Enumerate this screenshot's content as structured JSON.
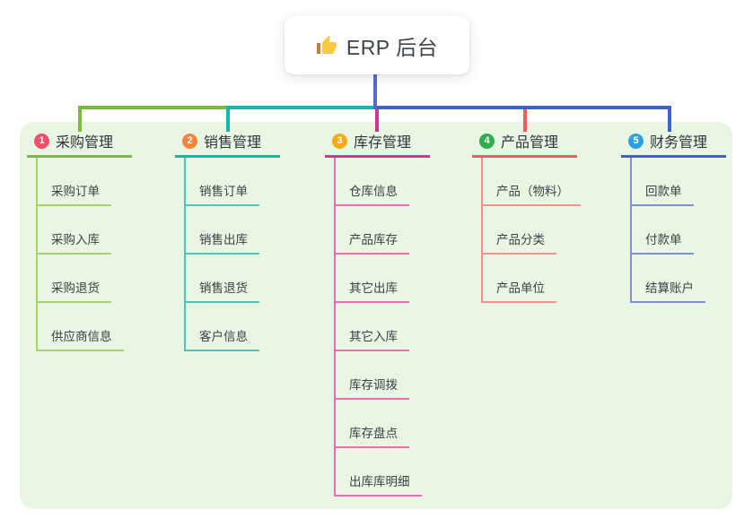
{
  "root": {
    "icon": "thumbs-up",
    "title": "ERP 后台"
  },
  "colors": {
    "canvas_bg": "#ffffff",
    "panel_bg": "#e9f6e3",
    "root_card_bg": "#ffffff",
    "root_stem": "#5868cd",
    "title_text": "#3d434b",
    "header_text": "#2f343c",
    "child_text": "#3c4146",
    "thumb_hand": "#fcc93c",
    "thumb_cuff": "#c77f2e"
  },
  "branches": [
    {
      "number": "1",
      "label": "采购管理",
      "badge_color": "#f0506e",
      "line_color": "#7cb93f",
      "child_line_color": "#a6d271",
      "children": [
        "采购订单",
        "采购入库",
        "采购退货",
        "供应商信息"
      ]
    },
    {
      "number": "2",
      "label": "销售管理",
      "badge_color": "#f8843c",
      "line_color": "#14b5ab",
      "child_line_color": "#52c4ba",
      "children": [
        "销售订单",
        "销售出库",
        "销售退货",
        "客户信息"
      ]
    },
    {
      "number": "3",
      "label": "库存管理",
      "badge_color": "#fba919",
      "line_color": "#d53394",
      "child_line_color": "#ef6ab0",
      "children": [
        "仓库信息",
        "产品库存",
        "其它出库",
        "其它入库",
        "库存调拨",
        "库存盘点",
        "出库库明细"
      ]
    },
    {
      "number": "4",
      "label": "产品管理",
      "badge_color": "#2fad4e",
      "line_color": "#f25b5b",
      "child_line_color": "#f5908d",
      "children": [
        "产品（物料）",
        "产品分类",
        "产品单位"
      ]
    },
    {
      "number": "5",
      "label": "财务管理",
      "badge_color": "#2d9fe4",
      "line_color": "#4062c8",
      "child_line_color": "#7b90d9",
      "children": [
        "回款单",
        "付款单",
        "结算账户"
      ]
    }
  ]
}
